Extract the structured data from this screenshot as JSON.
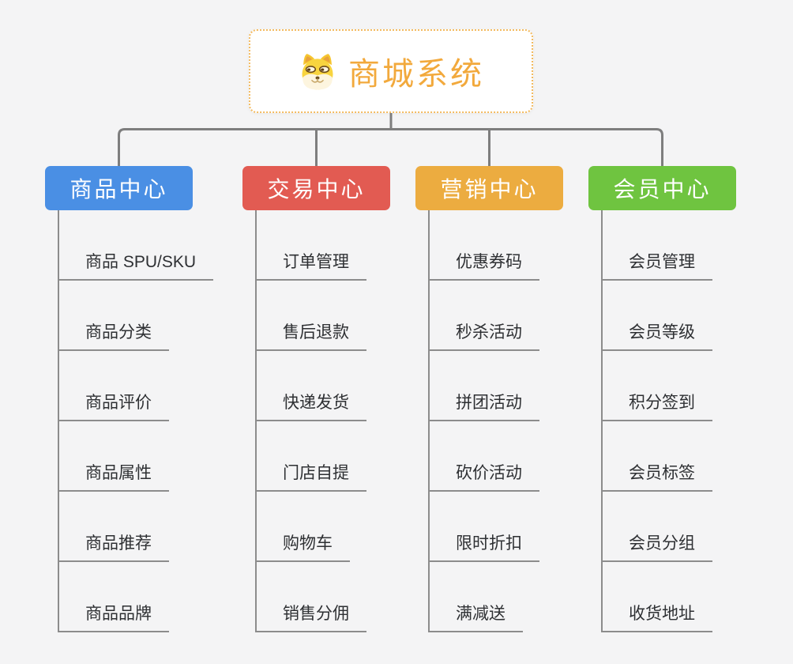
{
  "app": {
    "type": "mindmap",
    "background_color": "#F4F4F5",
    "connector_color": "#7E7E7E",
    "child_line_color": "#8C8C8C",
    "child_text_color": "#2E3033"
  },
  "root": {
    "label": "商城系统",
    "icon": "dog-face-icon",
    "text_color": "#F2A93C",
    "border_color": "#F3BA5F",
    "background": "#FFFFFF"
  },
  "branches": [
    {
      "label": "商品中心",
      "color": "#4A8FE4",
      "children": [
        "商品 SPU/SKU",
        "商品分类",
        "商品评价",
        "商品属性",
        "商品推荐",
        "商品品牌"
      ]
    },
    {
      "label": "交易中心",
      "color": "#E25B52",
      "children": [
        "订单管理",
        "售后退款",
        "快递发货",
        "门店自提",
        "购物车",
        "销售分佣"
      ]
    },
    {
      "label": "营销中心",
      "color": "#ECAC40",
      "children": [
        "优惠券码",
        "秒杀活动",
        "拼团活动",
        "砍价活动",
        "限时折扣",
        "满减送"
      ]
    },
    {
      "label": "会员中心",
      "color": "#6FC440",
      "children": [
        "会员管理",
        "会员等级",
        "积分签到",
        "会员标签",
        "会员分组",
        "收货地址"
      ]
    }
  ]
}
